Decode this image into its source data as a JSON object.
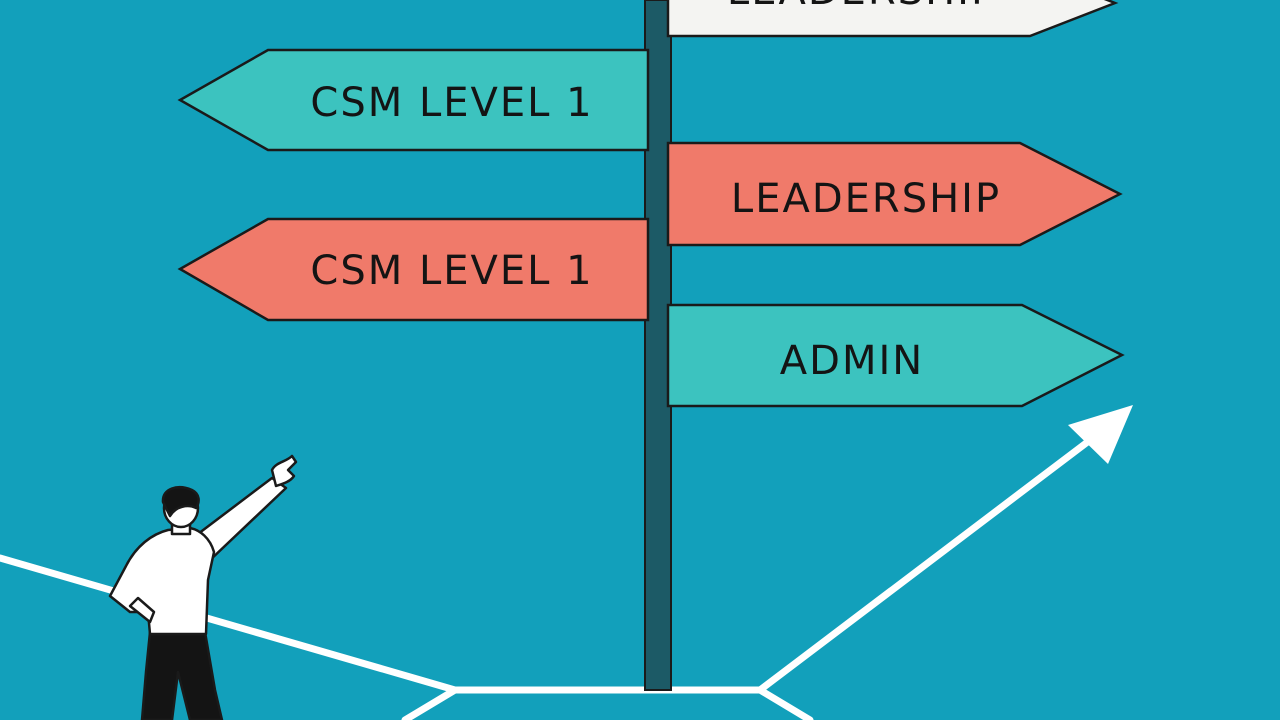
{
  "colors": {
    "background": "#12a0bb",
    "teal_sign": "#3cc3bf",
    "coral_sign": "#f07a6a",
    "white_sign": "#f4f4f2",
    "post": "#1c5a66",
    "outline": "#1a1a1a",
    "path_line": "#ffffff"
  },
  "signs": [
    {
      "text": "LEADERSHIP",
      "color": "white",
      "direction": "right",
      "note": "partially cropped at top edge"
    },
    {
      "text": "CSM LEVEL 1",
      "color": "teal",
      "direction": "left"
    },
    {
      "text": "LEADERSHIP",
      "color": "coral",
      "direction": "right"
    },
    {
      "text": "CSM LEVEL 1",
      "color": "coral",
      "direction": "left"
    },
    {
      "text": "ADMIN",
      "color": "teal",
      "direction": "right"
    }
  ],
  "figure": {
    "description": "man in white shirt and black trousers pointing at signpost"
  }
}
